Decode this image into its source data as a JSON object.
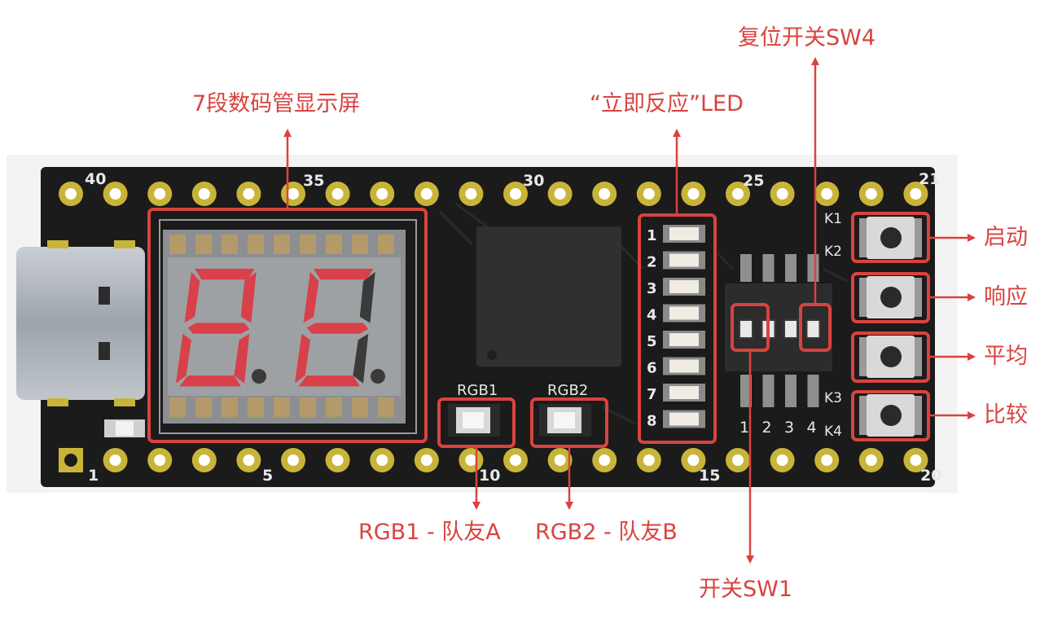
{
  "callouts": {
    "seven_segment": "7段数码管显示屏",
    "instant_led": "“立即反应”LED",
    "reset_switch": "复位开关SW4",
    "start": "启动",
    "respond": "响应",
    "even": "平均",
    "compare": "比较",
    "rgb1_team": "RGB1 - 队友A",
    "rgb2_team": "RGB2 - 队友B",
    "switch_sw1": "开关SW1"
  },
  "board": {
    "pin_numbers": {
      "p40": "40",
      "p35": "35",
      "p30": "30",
      "p25": "25",
      "p21": "21",
      "p1": "1",
      "p5": "5",
      "p10": "10",
      "p15": "15",
      "p20": "20"
    },
    "rgb_labels": {
      "rgb1": "RGB1",
      "rgb2": "RGB2"
    },
    "led_numbers": [
      "1",
      "2",
      "3",
      "4",
      "5",
      "6",
      "7",
      "8"
    ],
    "dip_numbers": [
      "1",
      "2",
      "3",
      "4"
    ],
    "button_labels": {
      "k1": "K1",
      "k2": "K2",
      "k3": "K3",
      "k4": "K4"
    }
  },
  "colors": {
    "accent": "#d9433f",
    "pcb": "#1b1b1b",
    "pad": "#c9b43a",
    "segment_on": "#d8404a",
    "segment_off": "#3a3a3a"
  }
}
